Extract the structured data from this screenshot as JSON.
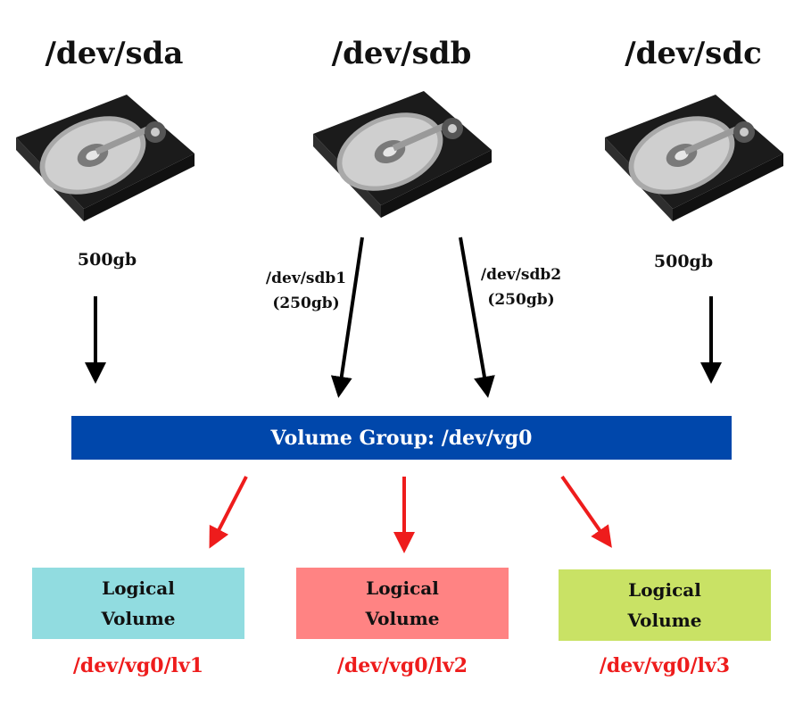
{
  "disks": [
    {
      "name": "/dev/sda",
      "size": "500gb"
    },
    {
      "name": "/dev/sdb"
    },
    {
      "name": "/dev/sdc",
      "size": "500gb"
    }
  ],
  "partitions": [
    {
      "name": "/dev/sdb1",
      "size": "(250gb)"
    },
    {
      "name": "/dev/sdb2",
      "size": "(250gb)"
    }
  ],
  "volume_group": {
    "label": "Volume Group: /dev/vg0",
    "color": "#0047ab"
  },
  "logical_volumes": [
    {
      "line1": "Logical",
      "line2": "Volume",
      "path": "/dev/vg0/lv1",
      "color": "#91dce0"
    },
    {
      "line1": "Logical",
      "line2": "Volume",
      "path": "/dev/vg0/lv2",
      "color": "#ff8383"
    },
    {
      "line1": "Logical",
      "line2": "Volume",
      "path": "/dev/vg0/lv3",
      "color": "#c9e265"
    }
  ],
  "arrow_colors": {
    "disk_to_vg": "#000000",
    "vg_to_lv": "#ee1c1c"
  },
  "icons": [
    "hard-drive-icon"
  ]
}
